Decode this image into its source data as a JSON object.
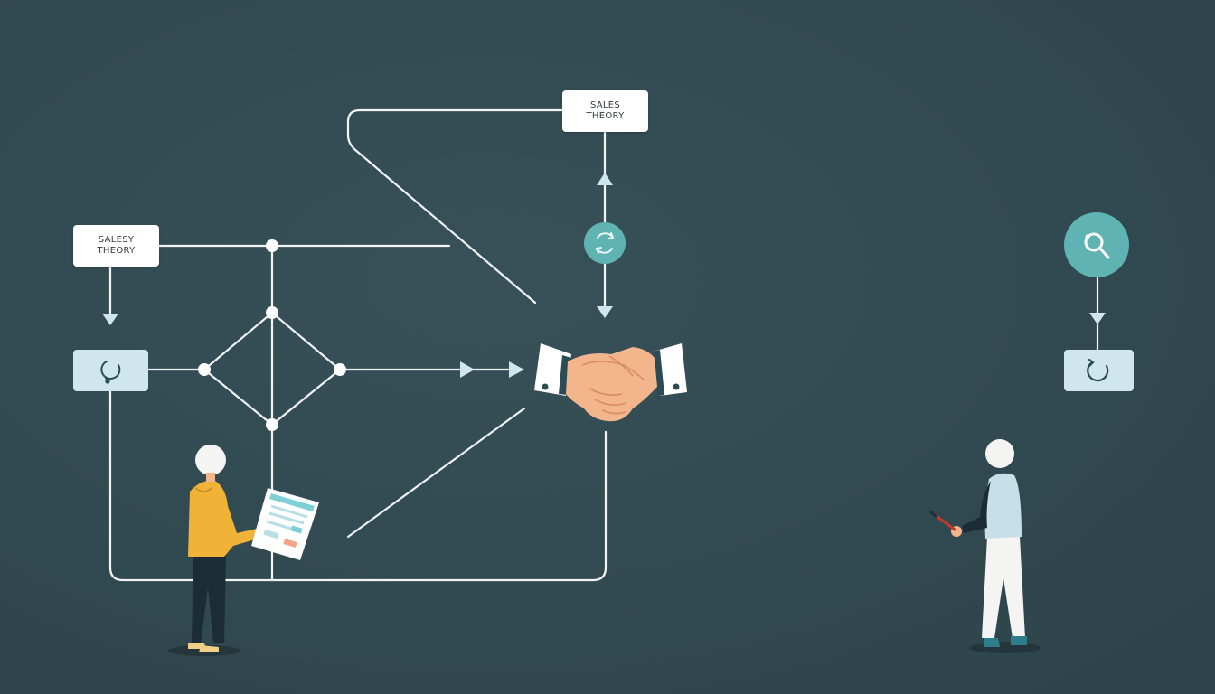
{
  "diagram": {
    "label_top": {
      "line1": "SALES",
      "line2": "THEORY"
    },
    "label_left": {
      "line1": "SALESY",
      "line2": "THEORY"
    }
  },
  "colors": {
    "background": "#324a52",
    "line": "#f2f4f4",
    "teal": "#5fb3b3",
    "light_box": "#cfe7ec",
    "icon_dark": "#2b4b55",
    "skin": "#f3b58c",
    "mustard": "#f0b338",
    "navy": "#1c2c36"
  },
  "icons": [
    "refresh-icon",
    "search-icon",
    "handshake-icon",
    "document-icon"
  ]
}
